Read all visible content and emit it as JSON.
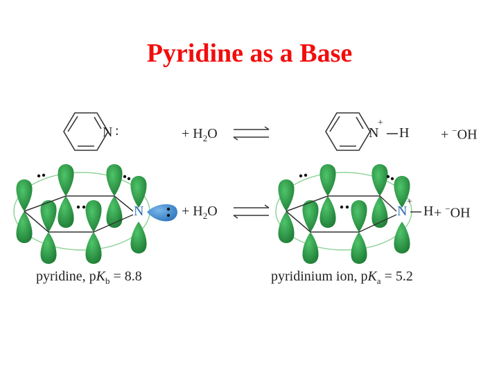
{
  "title": "Pyridine as a Base",
  "row1": {
    "left_atom": "N",
    "left_lone_pair": ":",
    "plus_water_plus": "+ H",
    "water_sub": "2",
    "water_o": "O",
    "right_atom": "N",
    "right_charge": "+",
    "right_bond_h": "H",
    "hydroxide_plus": "+ ",
    "hydroxide_charge": "−",
    "hydroxide": "OH"
  },
  "row2": {
    "left_atom": "N",
    "plus_water_plus": "+ H",
    "water_sub": "2",
    "water_o": "O",
    "right_atom": "N",
    "right_charge": "+",
    "right_bond_h": "H",
    "hydroxide_plus": "+ ",
    "hydroxide_charge": "−",
    "hydroxide": "OH"
  },
  "captions": {
    "left_prefix": "pyridine, p",
    "left_K": "K",
    "left_sub": "b",
    "left_value": " = 8.8",
    "right_prefix": "pyridinium ion, p",
    "right_K": "K",
    "right_sub": "a",
    "right_value": " = 5.2"
  },
  "colors": {
    "title": "#f20d0d",
    "orbital_green": "#2e9b47",
    "lone_pair_blue": "#4a8fd0",
    "nitrogen_blue": "#2a6cb3",
    "ring_outline": "#8fd39a"
  }
}
